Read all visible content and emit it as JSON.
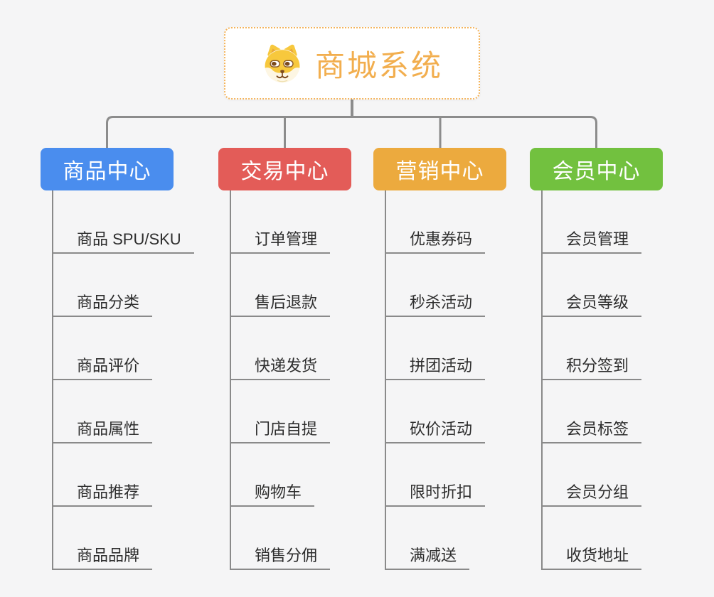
{
  "page": {
    "background_color": "#f5f5f6",
    "connector_color": "#8c8c8c"
  },
  "root": {
    "label": "商城系统",
    "icon": "dog-face-icon",
    "text_color": "#f2ae4e",
    "border_color": "#f4b45c"
  },
  "branches": [
    {
      "label": "商品中心",
      "color": "#4a8dee",
      "children": [
        "商品 SPU/SKU",
        "商品分类",
        "商品评价",
        "商品属性",
        "商品推荐",
        "商品品牌"
      ]
    },
    {
      "label": "交易中心",
      "color": "#e35c58",
      "children": [
        "订单管理",
        "售后退款",
        "快递发货",
        "门店自提",
        "购物车",
        "销售分佣"
      ]
    },
    {
      "label": "营销中心",
      "color": "#ecaa3e",
      "children": [
        "优惠券码",
        "秒杀活动",
        "拼团活动",
        "砍价活动",
        "限时折扣",
        "满减送"
      ]
    },
    {
      "label": "会员中心",
      "color": "#72c13f",
      "children": [
        "会员管理",
        "会员等级",
        "积分签到",
        "会员标签",
        "会员分组",
        "收货地址"
      ]
    }
  ]
}
